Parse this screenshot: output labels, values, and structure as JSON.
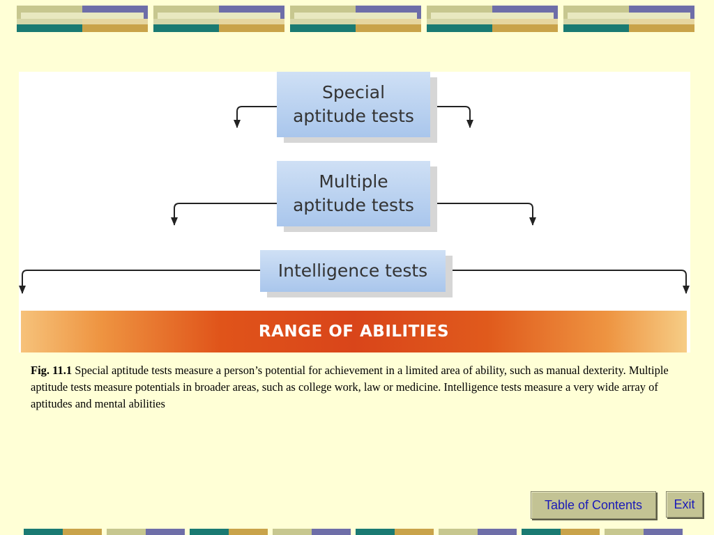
{
  "colors": {
    "background": "#ffffd6",
    "teal": "#1a7a72",
    "gold": "#c9a34a",
    "olive": "#c7c78f",
    "purple": "#6e6ea8",
    "box_blue": "#b7cff0",
    "button_text": "#1a1ab8"
  },
  "diagram": {
    "boxes": [
      {
        "label_line1": "Special",
        "label_line2": "aptitude tests"
      },
      {
        "label_line1": "Multiple",
        "label_line2": "aptitude tests"
      },
      {
        "label_line1": "Intelligence tests"
      }
    ],
    "range_label": "RANGE OF ABILITIES"
  },
  "caption": {
    "fig_label": "Fig. 11.1",
    "text": " Special aptitude tests measure a person’s potential for achievement in a limited area of ability, such as manual dexterity.  Multiple aptitude tests measure potentials in broader areas, such as college work, law or medicine.  Intelligence tests measure a very wide array of aptitudes and mental abilities"
  },
  "nav": {
    "toc_label": "Table of Contents",
    "exit_label": "Exit"
  }
}
